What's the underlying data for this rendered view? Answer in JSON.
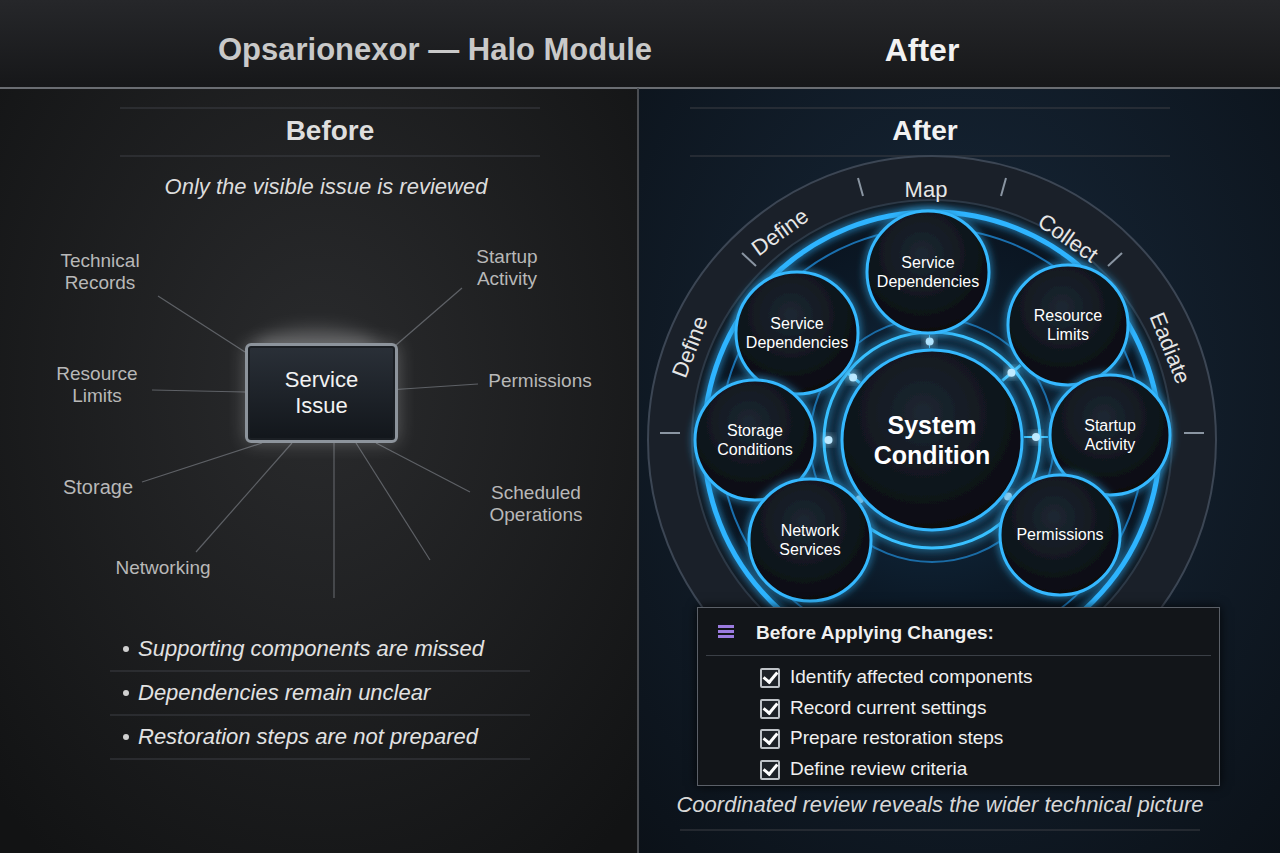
{
  "diagram": {
    "title": "Opsarionexor — Halo Module",
    "caption": "Coordinated review reveals the wider technical picture",
    "nodes": [
      {
        "text": [
          "Service Issue"
        ]
      },
      {
        "text": [
          "Service Dependencies"
        ]
      },
      {
        "text": [
          "Service Dependencies"
        ]
      },
      {
        "text": [
          "Resource Limits"
        ]
      },
      {
        "text": [
          "System Condition"
        ]
      },
      {
        "text": [
          "Storage Conditions"
        ]
      },
      {
        "text": [
          "Startup Activity"
        ]
      },
      {
        "text": [
          "Network Services"
        ]
      },
      {
        "text": [
          "Permissions"
        ]
      },
      {
        "text": [
          "Before Applying Changes:",
          "Identify affected components",
          "Record current settings",
          "Prepare restoration steps",
          "Define review criteria"
        ]
      }
    ],
    "edges": [
      {
        "from": 4,
        "to": 1,
        "arrow": "none"
      },
      {
        "from": 4,
        "to": 2,
        "arrow": "none"
      },
      {
        "from": 4,
        "to": 3,
        "arrow": "none"
      },
      {
        "from": 4,
        "to": 5,
        "arrow": "none"
      },
      {
        "from": 4,
        "to": 6,
        "arrow": "none"
      },
      {
        "from": 4,
        "to": 7,
        "arrow": "none"
      },
      {
        "from": 4,
        "to": 8,
        "arrow": "none"
      }
    ],
    "labels": [
      "After",
      "Before",
      "Only the visible issue is reviewed",
      "Technical Records",
      "Startup Activity",
      "Resource Limits",
      "Permissions",
      "Storage",
      "Scheduled Operations",
      "Networking",
      "Supporting components are missed",
      "Dependencies remain unclear",
      "Restoration steps are not prepared",
      "After",
      "Define",
      "Define",
      "Map",
      "Collect",
      "Eadiate"
    ]
  }
}
